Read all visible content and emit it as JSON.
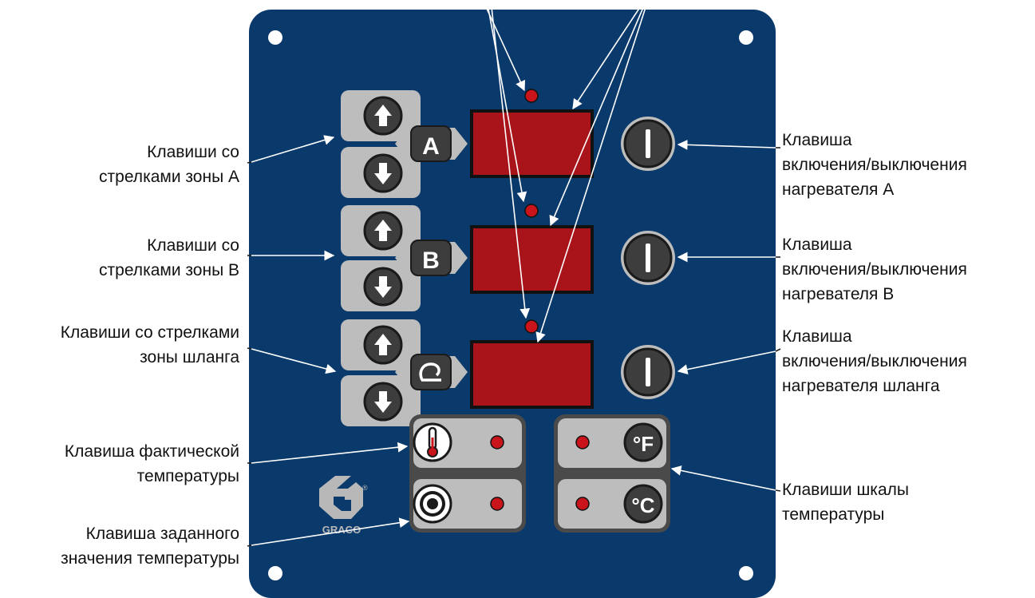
{
  "colors": {
    "panel": "#0a3a6b",
    "display": "#a8141a",
    "led": "#c8141a",
    "key_gray": "#bdbdbd",
    "key_dark": "#4a4a4a",
    "label_text": "#111111"
  },
  "panel": {
    "brand_name": "GRACO",
    "brand_mark": "®"
  },
  "keys": {
    "zone_a": "A",
    "zone_b": "B",
    "hose": "hose-icon",
    "fahrenheit": "°F",
    "celsius": "°C",
    "actual_temp": "thermometer-icon",
    "setpoint": "target-icon",
    "heater": "power-icon"
  },
  "labels": {
    "zone_a_arrows": "Клавиши со\nстрелками зоны А",
    "zone_b_arrows": "Клавиши со\nстрелками зоны В",
    "hose_arrows": "Клавиши со стрелками\nзоны шланга",
    "actual_temp": "Клавиша фактической\nтемпературы",
    "setpoint_temp": "Клавиша заданного\nзначения температуры",
    "heater_a": "Клавиша\nвключения/выключения\nнагревателя А",
    "heater_b": "Клавиша\nвключения/выключения\nнагревателя В",
    "heater_hose": "Клавиша\nвключения/выключения\nнагревателя шланга",
    "scale_keys": "Клавиши шкалы\nтемпературы"
  }
}
